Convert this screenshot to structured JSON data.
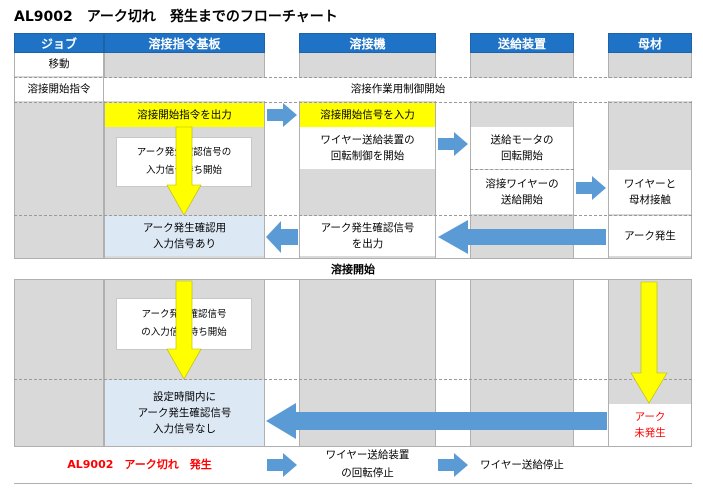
{
  "title": "AL9002　アーク切れ　発生までのフローチャート",
  "headers": {
    "job": "ジョブ",
    "board": "溶接指令基板",
    "welder": "溶接機",
    "feeder": "送給装置",
    "base": "母材"
  },
  "job": {
    "move": "移動",
    "start_cmd": "溶接開始指令"
  },
  "control_start": "溶接作業用制御開始",
  "board": {
    "output_start": "溶接開始指令を出力",
    "wait1_line1": "アーク発生確認信号の",
    "wait1_line2": "入力信号待ち開始",
    "confirm_line1": "アーク発生確認用",
    "confirm_line2": "入力信号あり",
    "wait2_line1": "アーク発生確認信号",
    "wait2_line2": "の入力信号待ち開始",
    "timeout_line1": "設定時間内に",
    "timeout_line2": "アーク発生確認信号",
    "timeout_line3": "入力信号なし",
    "alarm": "AL9002　アーク切れ　発生"
  },
  "welder": {
    "input_start": "溶接開始信号を入力",
    "wire_ctrl_line1": "ワイヤー送給装置の",
    "wire_ctrl_line2": "回転制御を開始",
    "confirm_out_line1": "アーク発生確認信号",
    "confirm_out_line2": "を出力",
    "wire_stop_line1": "ワイヤー送給装置",
    "wire_stop_line2": "の回転停止"
  },
  "feeder": {
    "motor_line1": "送給モータの",
    "motor_line2": "回転開始",
    "wire_feed_line1": "溶接ワイヤーの",
    "wire_feed_line2": "送給開始",
    "feed_stop": "ワイヤー送給停止"
  },
  "base": {
    "contact_line1": "ワイヤーと",
    "contact_line2": "母材接触",
    "arc": "アーク発生",
    "no_arc_line1": "アーク",
    "no_arc_line2": "未発生"
  },
  "weld_start": "溶接開始",
  "colors": {
    "header": "#1e73c6",
    "gray": "#d9d9d9",
    "yellow": "#ffff00",
    "light_blue": "#dde8f5",
    "arrow": "#5b9bd5",
    "alarm": "#ff0000"
  }
}
